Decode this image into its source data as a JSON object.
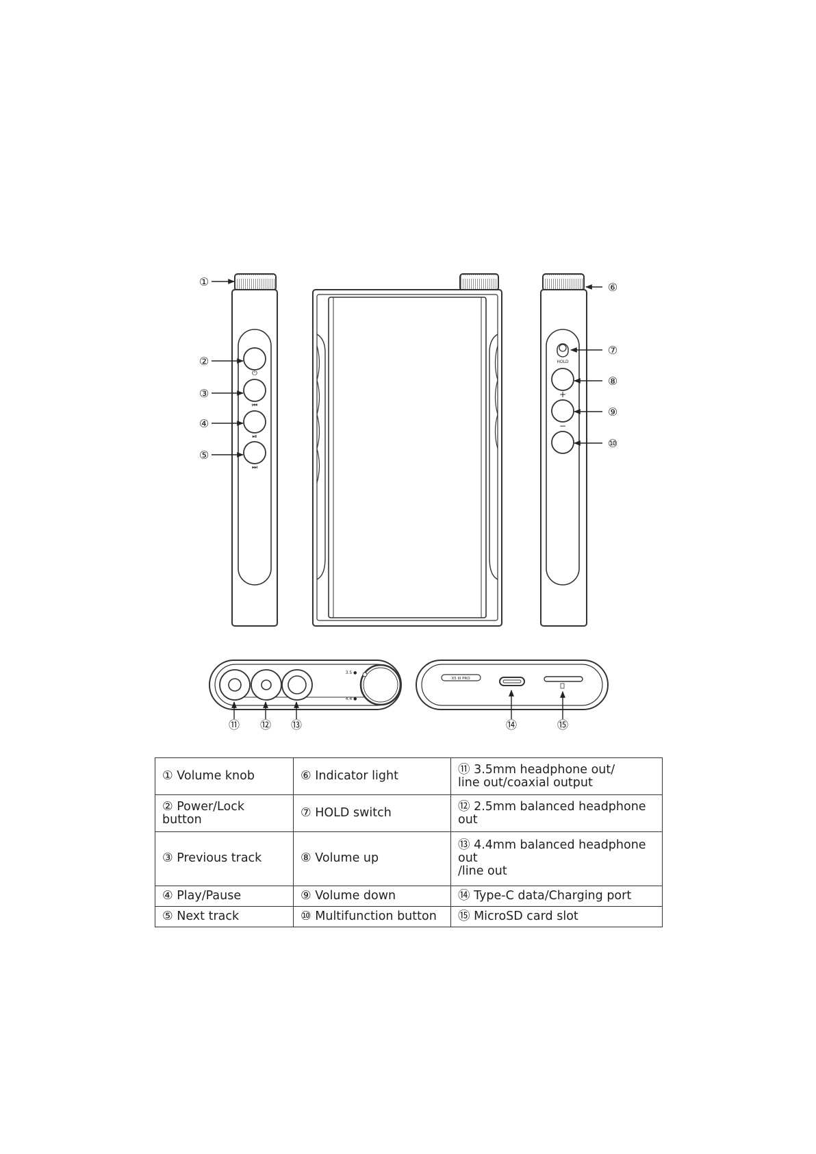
{
  "callouts": {
    "c1": "①",
    "c2": "②",
    "c3": "③",
    "c4": "④",
    "c5": "⑤",
    "c6": "⑥",
    "c7": "⑦",
    "c8": "⑧",
    "c9": "⑨",
    "c10": "⑩",
    "c11": "⑪",
    "c12": "⑫",
    "c13": "⑬",
    "c14": "⑭",
    "c15": "⑮"
  },
  "button_glyphs": {
    "power": "⏻",
    "previous": "⏮",
    "play_pause": "⏯",
    "next": "⏭",
    "plus": "+",
    "minus": "−"
  },
  "device_labels": {
    "hold": "HOLD",
    "model": "X5 III PRO",
    "port_upper": "3.5 ●",
    "port_lower": "4.4 ●"
  },
  "legend": {
    "rows": [
      [
        "① Volume knob",
        "⑥ Indicator light",
        "⑪ 3.5mm headphone out/\nline out/coaxial output"
      ],
      [
        "② Power/Lock button",
        "⑦ HOLD switch",
        "⑫ 2.5mm balanced headphone out"
      ],
      [
        "③ Previous track",
        "⑧ Volume up",
        "⑬ 4.4mm balanced headphone out\n/line out"
      ],
      [
        "④ Play/Pause",
        "⑨ Volume down",
        "⑭ Type-C data/Charging port"
      ],
      [
        "⑤ Next track",
        "⑩ Multifunction button",
        "⑮ MicroSD card slot"
      ]
    ]
  }
}
